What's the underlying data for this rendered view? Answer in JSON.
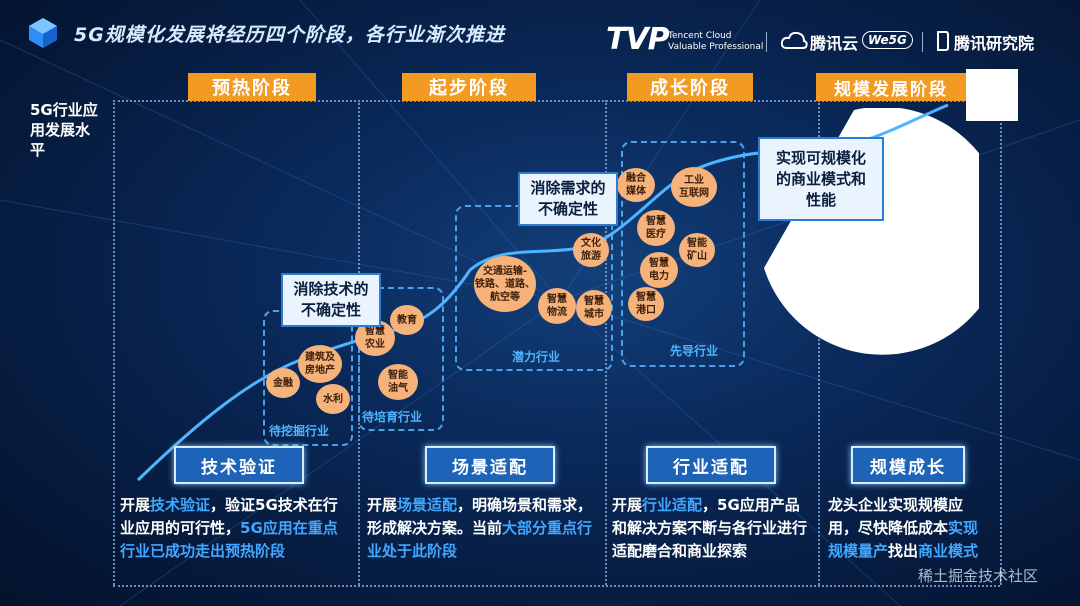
{
  "header": {
    "title": "5G规模化发展将经历四个阶段，各行业渐次推进",
    "brand_tvp": "TVP",
    "brand_tvp_sub1": "Tencent Cloud",
    "brand_tvp_sub2": "Valuable Professional",
    "brand_cloud": "腾讯云",
    "brand_we5g": "We5G",
    "brand_research": "腾讯研究院"
  },
  "y_axis_label": "5G行业应用发展水平",
  "stages": [
    {
      "label": "预热阶段",
      "button": "技术验证"
    },
    {
      "label": "起步阶段",
      "button": "场景适配"
    },
    {
      "label": "成长阶段",
      "button": "行业适配"
    },
    {
      "label": "规模发展阶段",
      "button": "规模成长"
    }
  ],
  "clusters": {
    "c1": {
      "label": "待挖掘行业",
      "bubbles": [
        "建筑及\n房地产",
        "金融",
        "水利"
      ]
    },
    "c2": {
      "label": "待培育行业",
      "bubbles": [
        "智慧\n农业",
        "教育",
        "智能\n油气"
      ]
    },
    "c3": {
      "label": "潜力行业",
      "bubbles": [
        "交通运输-\n铁路、道路、\n航空等",
        "智慧\n物流",
        "智慧\n城市",
        "文化\n旅游"
      ]
    },
    "c4": {
      "label": "先导行业",
      "bubbles": [
        "融合\n媒体",
        "工业\n互联网",
        "智慧\n医疗",
        "智能\n矿山",
        "智慧\n电力",
        "智慧\n港口"
      ]
    }
  },
  "callouts": {
    "tech": "消除技术的\n不确定性",
    "demand": "消除需求的\n不确定性",
    "scale": "实现可规模化\n的商业模式和\n性能"
  },
  "descriptions": {
    "d1": {
      "t1": "开展",
      "h1": "技术验证",
      "t2": "，验证5G技术在行业应用的可行性，",
      "h2": "5G应用在重点行业已成功走出预热阶段"
    },
    "d2": {
      "t1": "开展",
      "h1": "场景适配",
      "t2": "，明确场景和需求，形成解决方案。",
      "t3": "当前",
      "h2": "大部分重点行业处于此阶段"
    },
    "d3": {
      "t1": "开展",
      "h1": "行业适配",
      "t2": "，5G应用产品和解决方案不断与各行业进行适配磨合和商业探索"
    },
    "d4": {
      "t1": "龙头企业实现规模应用，尽快降低成本",
      "h1": "实现规模量产",
      "t2": "找出",
      "h2": "商业模式"
    }
  },
  "watermark": "稀土掘金技术社区",
  "colors": {
    "accent_orange": "#f29a22",
    "highlight_blue": "#41a7ff",
    "curve": "#4fb4ff",
    "bubble": "#f5b27a"
  }
}
